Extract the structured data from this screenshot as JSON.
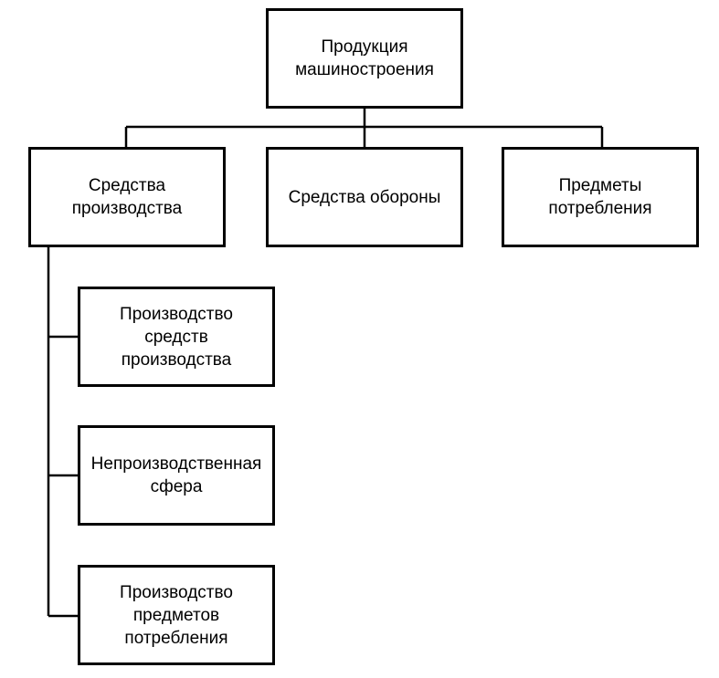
{
  "colors": {
    "line": "#000000",
    "box_fill": "#ffffff",
    "background": "#ffffff"
  },
  "diagram": {
    "root": {
      "label": "Продукция\nмашиностроения"
    },
    "level1": [
      {
        "id": "means-of-production",
        "label": "Средства\nпроизводства"
      },
      {
        "id": "means-of-defense",
        "label": "Средства обороны"
      },
      {
        "id": "consumer-goods",
        "label": "Предметы\nпотребления"
      }
    ],
    "level2": [
      {
        "id": "production-of-means",
        "label": "Производство\nсредств\nпроизводства"
      },
      {
        "id": "non-production-sphere",
        "label": "Непроизводственная\nсфера"
      },
      {
        "id": "production-of-consumer-goods",
        "label": "Производство\nпредметов\nпотребления"
      }
    ]
  }
}
